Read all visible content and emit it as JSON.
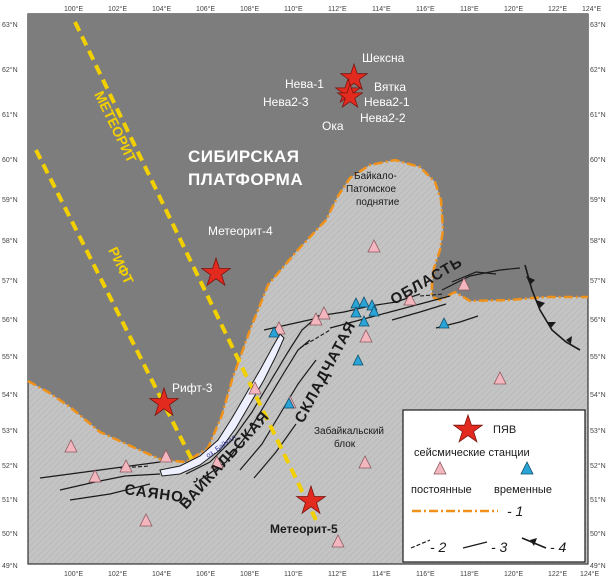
{
  "map": {
    "lon_ticks": [
      "100°E",
      "102°E",
      "104°E",
      "106°E",
      "108°E",
      "110°E",
      "112°E",
      "114°E",
      "116°E",
      "118°E",
      "120°E",
      "122°E",
      "124°E"
    ],
    "lat_ticks": [
      "63°N",
      "62°N",
      "61°N",
      "60°N",
      "59°N",
      "58°N",
      "57°N",
      "56°N",
      "55°N",
      "54°N",
      "53°N",
      "52°N",
      "51°N",
      "50°N",
      "49°N"
    ],
    "regions": {
      "platform_line1": "СИБИРСКАЯ",
      "platform_line2": "ПЛАТФОРМА",
      "uplift_line1": "Байкало-",
      "uplift_line2": "Патомское",
      "uplift_line3": "поднятие",
      "transbaikal_line1": "Забайкальский",
      "transbaikal_line2": "блок",
      "fold_word1": "САЯНО-",
      "fold_word2": "БАЙКАЛЬСКАЯ",
      "fold_word3": "СКЛАДЧАТАЯ",
      "fold_word4": "ОБЛАСТЬ",
      "meteorit_profile": "МЕТЕОРИТ",
      "rift_profile": "РИФТ",
      "lake": "оз. Байкал"
    },
    "explosions": {
      "sheksna": "Шексна",
      "neva1": "Нева-1",
      "vyatka": "Вятка",
      "neva2_3": "Нева2-3",
      "neva2_1": "Нева2-1",
      "oka": "Ока",
      "neva2_2": "Нева2-2",
      "meteorit4": "Метеорит-4",
      "rift3": "Рифт-3",
      "meteorit5": "Метеорит-5"
    }
  },
  "legend": {
    "pnv": "ПЯВ",
    "seismic_stations": "сейсмические станции",
    "permanent": "постоянные",
    "temporary": "временные",
    "item1": "- 1",
    "item2": "- 2",
    "item3": "- 3",
    "item4": "- 4"
  },
  "colors": {
    "platform": "#7d7d7d",
    "fold_area": "#c9c9c9",
    "boundary": "#f0921a",
    "profile": "#f2d000",
    "explosion": "#e32a1f",
    "permanent_station": "#f4b6be",
    "temporary_station": "#2aa3d6"
  }
}
